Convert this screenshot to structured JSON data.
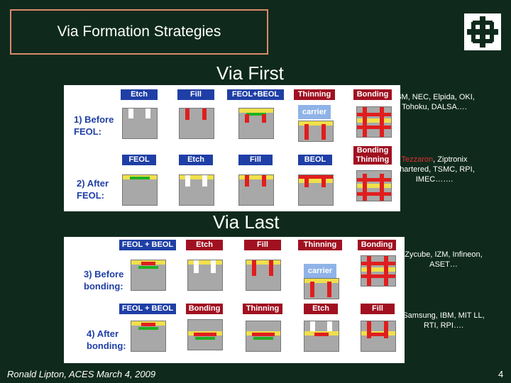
{
  "title": "Via Formation Strategies",
  "via_first": {
    "label": "Via First",
    "headers_row1": [
      "Etch",
      "Fill",
      "FEOL+BEOL",
      "Thinning",
      "Bonding"
    ],
    "headers_row2": [
      "FEOL",
      "Etch",
      "Fill",
      "BEOL",
      "Bonding Thinning"
    ],
    "row1_label": [
      "1) Before",
      "FEOL:"
    ],
    "row2_label": [
      "2) After",
      "FEOL:"
    ],
    "carrier_label": "carrier",
    "note1": "IBM, NEC, Elpida, OKI, Tohoku, DALSA….",
    "note2_highlight": "Tezzaron",
    "note2_rest": ", Ziptronix Chartered, TSMC, RPI, IMEC……."
  },
  "via_last": {
    "label": "Via Last",
    "headers_row1": [
      "FEOL + BEOL",
      "Etch",
      "Fill",
      "Thinning",
      "Bonding"
    ],
    "headers_row2": [
      "FEOL + BEOL",
      "Bonding",
      "Thinning",
      "Etch",
      "Fill"
    ],
    "row1_label": [
      "3) Before",
      "bonding:"
    ],
    "row2_label": [
      "4) After",
      "bonding:"
    ],
    "carrier_label": "carrier",
    "note1": "Zycube, IZM, Infineon, ASET…",
    "note2": "Samsung, IBM, MIT LL, RTI, RPI…."
  },
  "footer": "Ronald Lipton, ACES March 4, 2009",
  "page_number": "4",
  "colors": {
    "background": "#0f2a1c",
    "header_blue": "#1f3fa6",
    "header_red": "#a01020",
    "title_border": "#d98a6a"
  }
}
